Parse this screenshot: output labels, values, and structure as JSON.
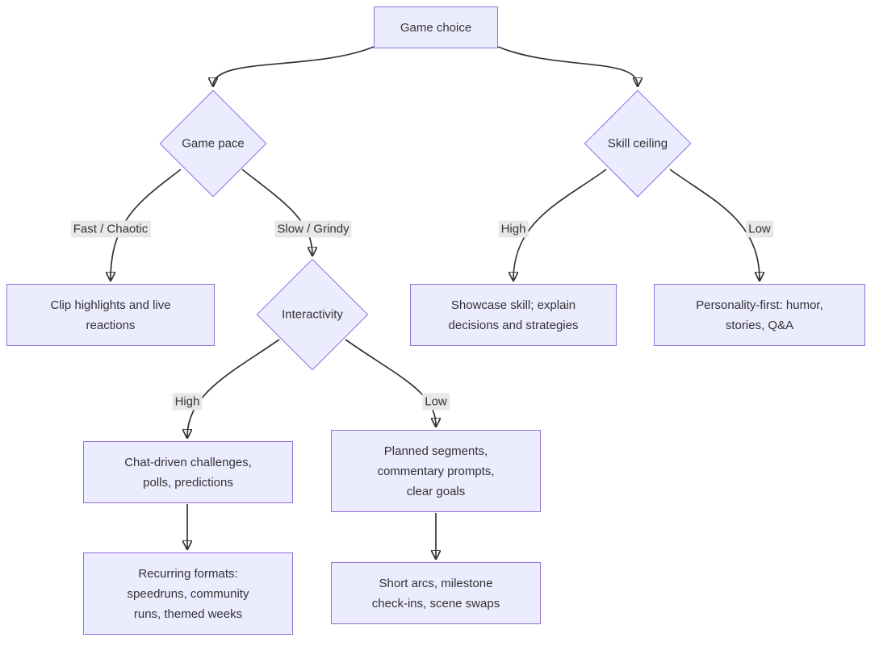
{
  "diagram": {
    "type": "flowchart-decision-tree",
    "topic": "Game choice for streaming content planning"
  },
  "colors": {
    "node_fill": "#ECECFF",
    "node_border": "#9370DB",
    "edge_line": "#333333",
    "edge_label_bg": "#e8e8e8",
    "text": "#333333",
    "background": "#ffffff"
  },
  "nodes": [
    {
      "id": "game-choice",
      "shape": "rectangle",
      "label": "Game choice"
    },
    {
      "id": "game-pace",
      "shape": "diamond",
      "label": "Game pace"
    },
    {
      "id": "skill-ceiling",
      "shape": "diamond",
      "label": "Skill ceiling"
    },
    {
      "id": "clip-highlights",
      "shape": "rectangle",
      "label": "Clip highlights and live\nreactions"
    },
    {
      "id": "interactivity",
      "shape": "diamond",
      "label": "Interactivity"
    },
    {
      "id": "showcase-skill",
      "shape": "rectangle",
      "label": "Showcase skill; explain\ndecisions and strategies"
    },
    {
      "id": "personality-first",
      "shape": "rectangle",
      "label": "Personality-first: humor,\nstories, Q&A"
    },
    {
      "id": "chat-driven",
      "shape": "rectangle",
      "label": "Chat-driven challenges,\npolls, predictions"
    },
    {
      "id": "planned-segments",
      "shape": "rectangle",
      "label": "Planned segments,\ncommentary prompts,\nclear goals"
    },
    {
      "id": "recurring-formats",
      "shape": "rectangle",
      "label": "Recurring formats:\nspeedruns, community\nruns, themed weeks"
    },
    {
      "id": "short-arcs",
      "shape": "rectangle",
      "label": "Short arcs, milestone\ncheck-ins, scene swaps"
    }
  ],
  "edges": [
    {
      "from": "game-choice",
      "to": "game-pace",
      "label": ""
    },
    {
      "from": "game-choice",
      "to": "skill-ceiling",
      "label": ""
    },
    {
      "from": "game-pace",
      "to": "clip-highlights",
      "label": "Fast / Chaotic"
    },
    {
      "from": "game-pace",
      "to": "interactivity",
      "label": "Slow / Grindy"
    },
    {
      "from": "skill-ceiling",
      "to": "showcase-skill",
      "label": "High"
    },
    {
      "from": "skill-ceiling",
      "to": "personality-first",
      "label": "Low"
    },
    {
      "from": "interactivity",
      "to": "chat-driven",
      "label": "High"
    },
    {
      "from": "interactivity",
      "to": "planned-segments",
      "label": "Low"
    },
    {
      "from": "chat-driven",
      "to": "recurring-formats",
      "label": ""
    },
    {
      "from": "planned-segments",
      "to": "short-arcs",
      "label": ""
    }
  ],
  "edge_labels": [
    {
      "edge": "game-pace to clip-highlights",
      "label": "Fast / Chaotic"
    },
    {
      "edge": "game-pace to interactivity",
      "label": "Slow / Grindy"
    },
    {
      "edge": "skill-ceiling to showcase-skill",
      "label": "High"
    },
    {
      "edge": "skill-ceiling to personality-first",
      "label": "Low"
    },
    {
      "edge": "interactivity to chat-driven",
      "label": "High"
    },
    {
      "edge": "interactivity to planned-segments",
      "label": "Low"
    }
  ]
}
